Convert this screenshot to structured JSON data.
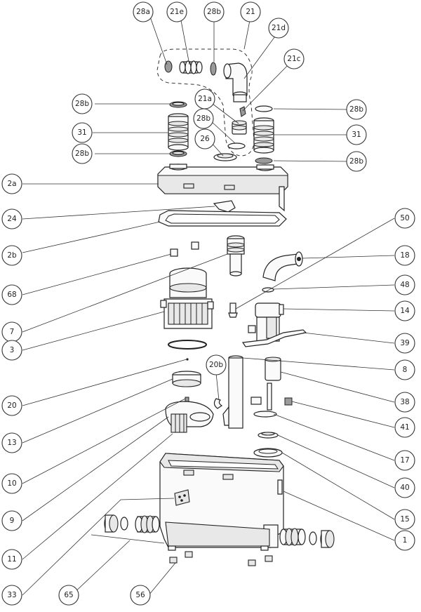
{
  "diagram": {
    "callouts": [
      {
        "id": "28a",
        "label": "28a"
      },
      {
        "id": "21e",
        "label": "21e"
      },
      {
        "id": "28b_top",
        "label": "28b"
      },
      {
        "id": "21",
        "label": "21"
      },
      {
        "id": "21d",
        "label": "21d"
      },
      {
        "id": "21c",
        "label": "21c"
      },
      {
        "id": "28b_left1",
        "label": "28b"
      },
      {
        "id": "28b_right1",
        "label": "28b"
      },
      {
        "id": "21a",
        "label": "21a"
      },
      {
        "id": "28b_mid",
        "label": "28b"
      },
      {
        "id": "31_left",
        "label": "31"
      },
      {
        "id": "31_right",
        "label": "31"
      },
      {
        "id": "28b_left2",
        "label": "28b"
      },
      {
        "id": "26",
        "label": "26"
      },
      {
        "id": "28b_right2",
        "label": "28b"
      },
      {
        "id": "2a",
        "label": "2a"
      },
      {
        "id": "24",
        "label": "24"
      },
      {
        "id": "50",
        "label": "50"
      },
      {
        "id": "2b",
        "label": "2b"
      },
      {
        "id": "18",
        "label": "18"
      },
      {
        "id": "68",
        "label": "68"
      },
      {
        "id": "48",
        "label": "48"
      },
      {
        "id": "7",
        "label": "7"
      },
      {
        "id": "14",
        "label": "14"
      },
      {
        "id": "3",
        "label": "3"
      },
      {
        "id": "39",
        "label": "39"
      },
      {
        "id": "20b",
        "label": "20b"
      },
      {
        "id": "8",
        "label": "8"
      },
      {
        "id": "20",
        "label": "20"
      },
      {
        "id": "38",
        "label": "38"
      },
      {
        "id": "13",
        "label": "13"
      },
      {
        "id": "41",
        "label": "41"
      },
      {
        "id": "10",
        "label": "10"
      },
      {
        "id": "17",
        "label": "17"
      },
      {
        "id": "9",
        "label": "9"
      },
      {
        "id": "40",
        "label": "40"
      },
      {
        "id": "15",
        "label": "15"
      },
      {
        "id": "11",
        "label": "11"
      },
      {
        "id": "1",
        "label": "1"
      },
      {
        "id": "33",
        "label": "33"
      },
      {
        "id": "65",
        "label": "65"
      },
      {
        "id": "56",
        "label": "56"
      }
    ]
  }
}
